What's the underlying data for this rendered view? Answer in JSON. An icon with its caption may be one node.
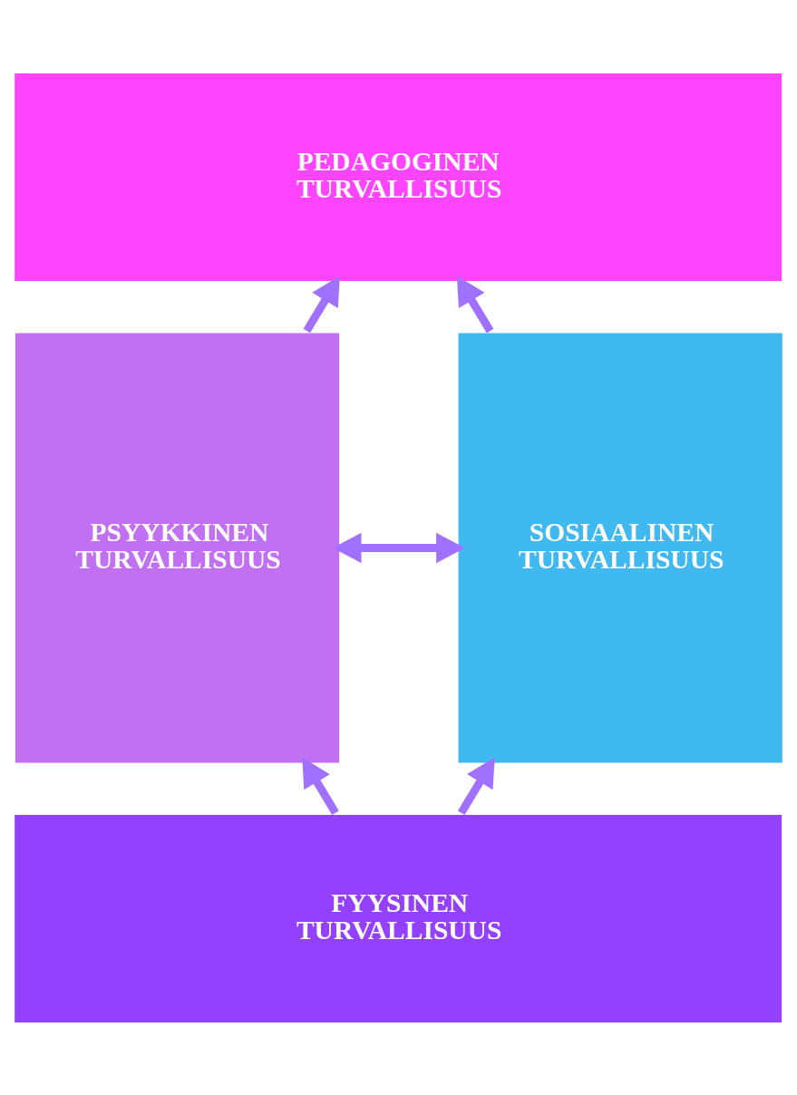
{
  "diagram": {
    "nodes": [
      {
        "text": [
          "PEDAGOGINEN TURVALLISUUS"
        ]
      },
      {
        "text": [
          "PSYYKKINEN TURVALLISUUS"
        ]
      },
      {
        "text": [
          "SOSIAALINEN TURVALLISUUS"
        ]
      },
      {
        "text": [
          "FYYSINEN TURVALLISUUS"
        ]
      }
    ],
    "edges": [
      {
        "from": 1,
        "to": 0,
        "arrow": "to"
      },
      {
        "from": 2,
        "to": 0,
        "arrow": "to"
      },
      {
        "from": 3,
        "to": 1,
        "arrow": "to"
      },
      {
        "from": 3,
        "to": 2,
        "arrow": "to"
      },
      {
        "from": 1,
        "to": 2,
        "arrow": "both"
      }
    ]
  }
}
